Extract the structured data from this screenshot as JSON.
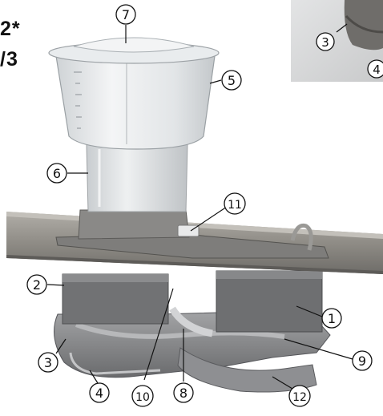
{
  "heading_fragments": [
    "2*",
    "/3"
  ],
  "callouts": [
    "1",
    "2",
    "3",
    "4",
    "5",
    "6",
    "7",
    "8",
    "9",
    "10",
    "11",
    "12"
  ],
  "inset_callouts": [
    "3",
    "4"
  ],
  "colors": {
    "background": "#ffffff",
    "inset_panel": "#d9dadb",
    "rail": "#8b8a86",
    "housing": "#7b7c7e",
    "hopper": "#e4e6e8",
    "label_circle_fill": "#ffffff",
    "label_text": "#111111"
  }
}
